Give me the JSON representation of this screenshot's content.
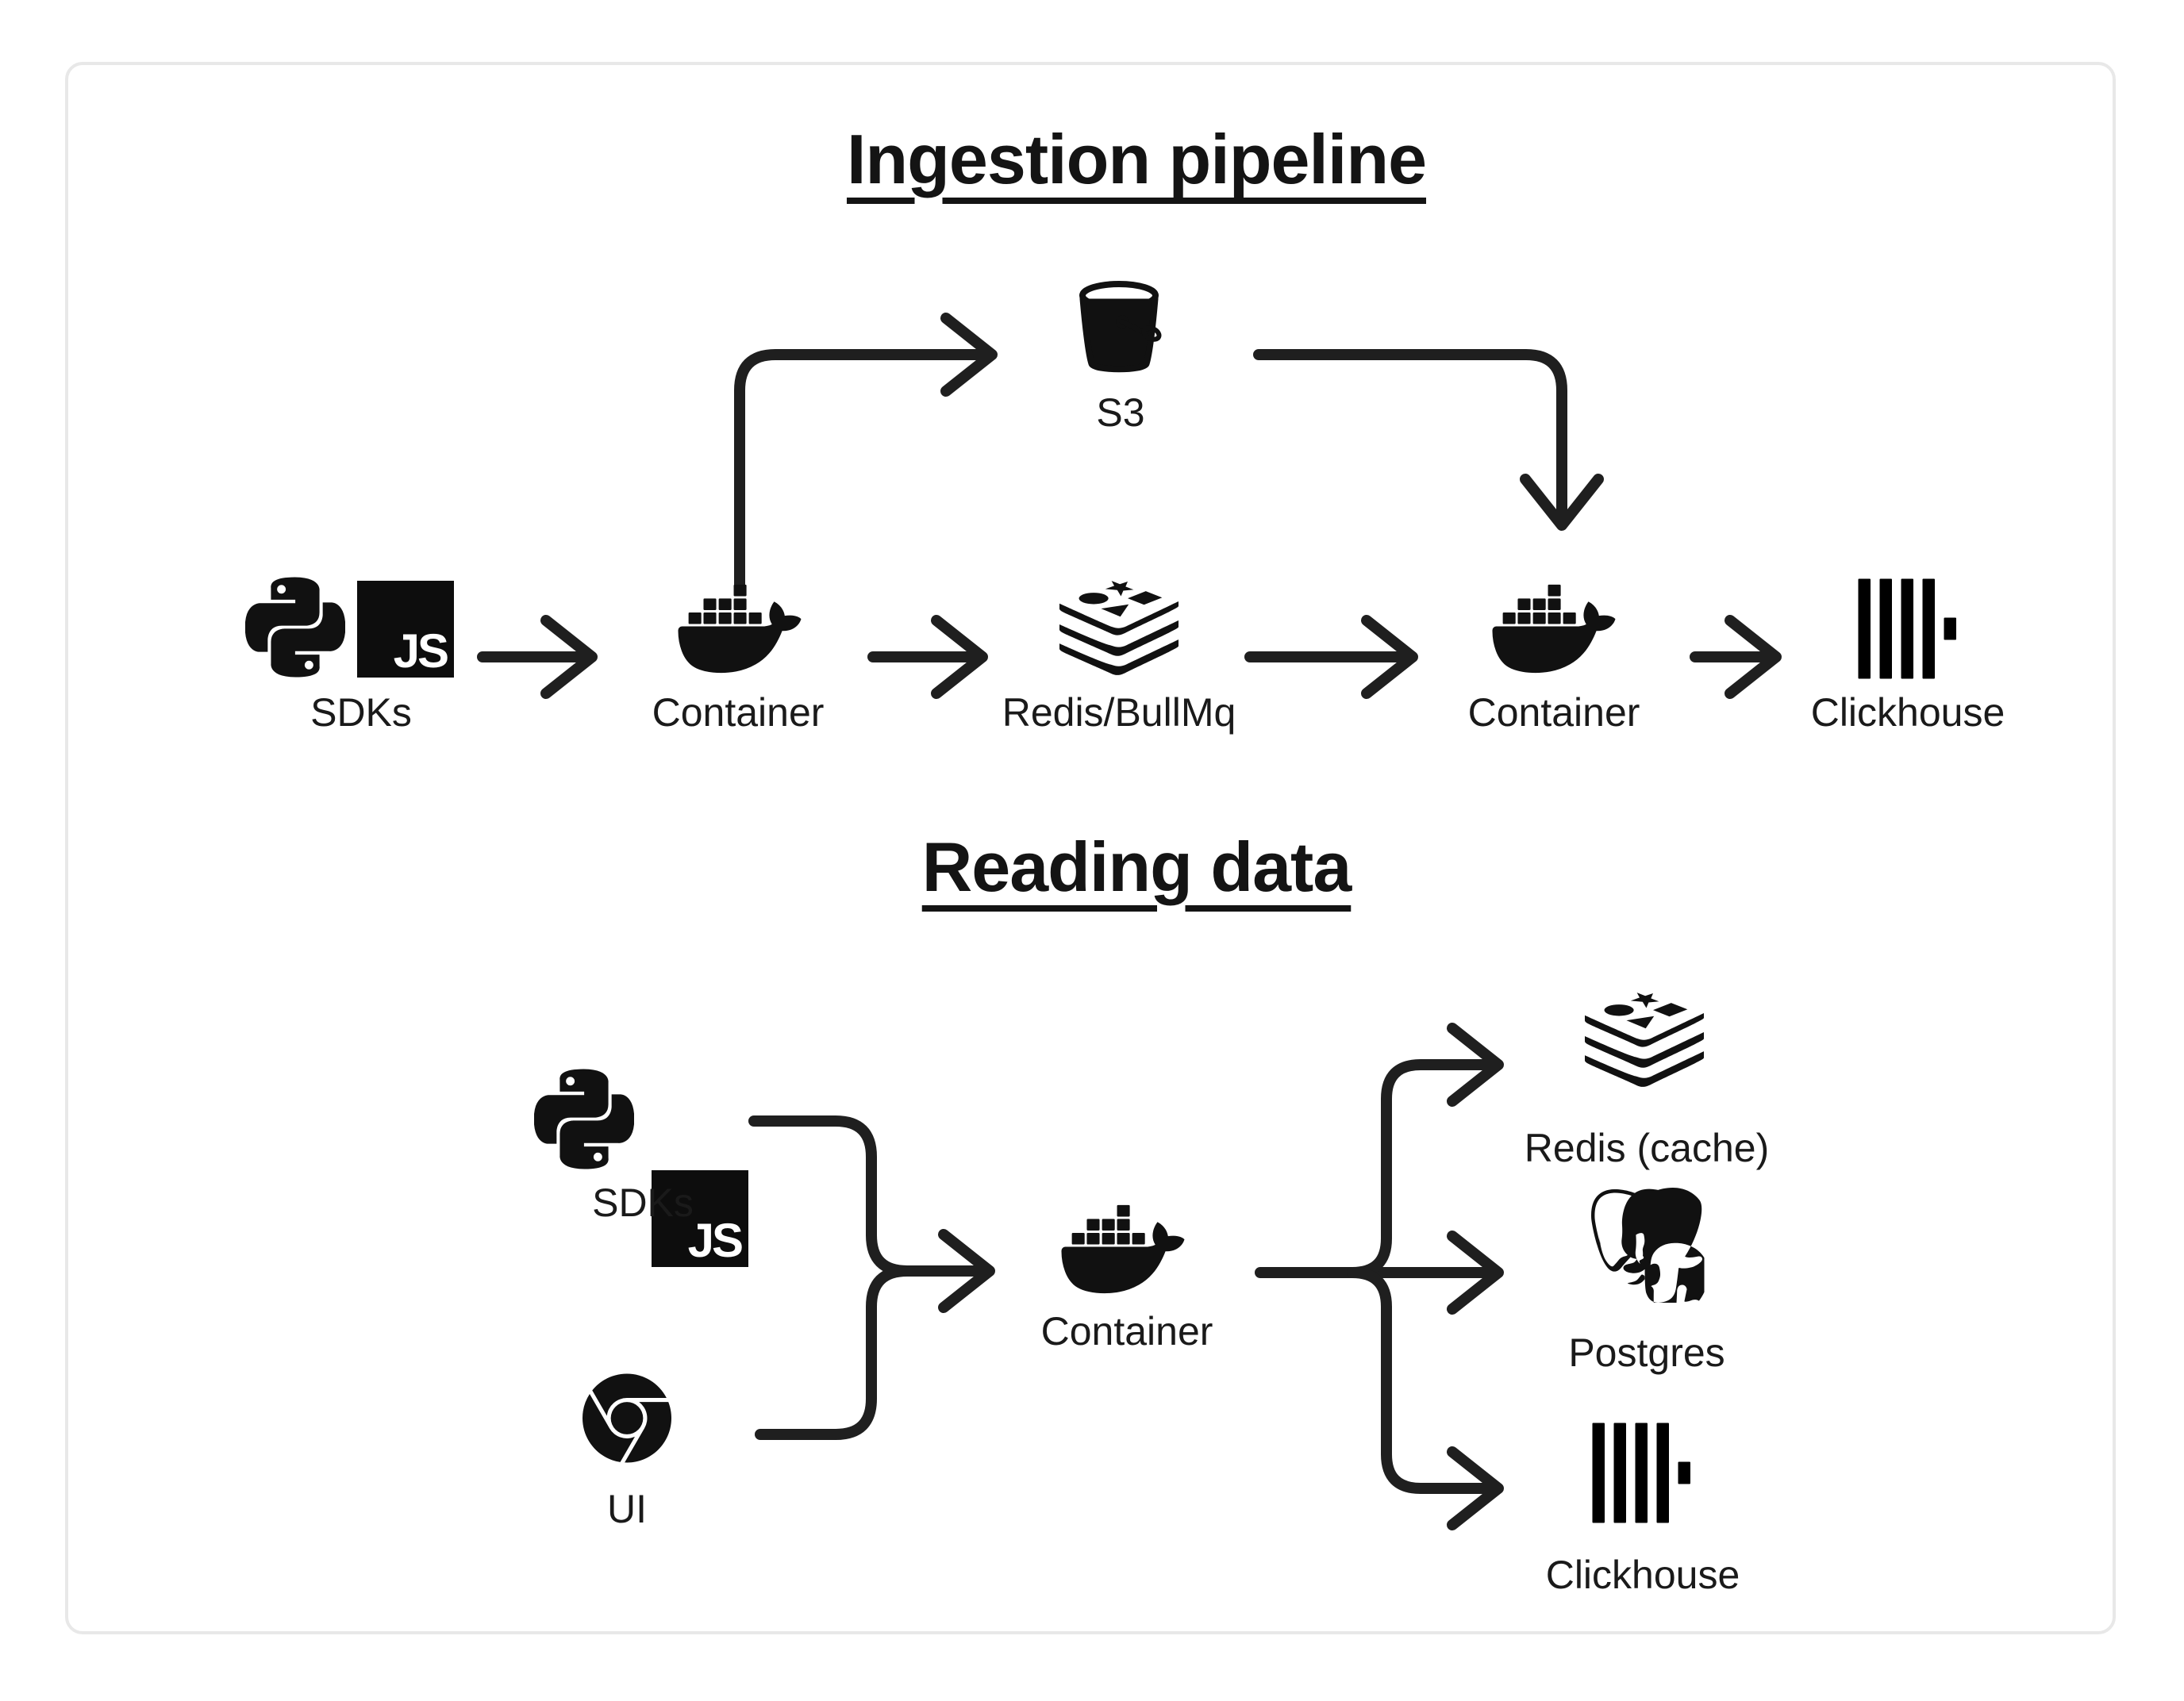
{
  "colors": {
    "ink": "#111111",
    "line": "#1f1f1f",
    "card_border": "#e8e8e8",
    "background": "#ffffff"
  },
  "badges": {
    "js": "JS"
  },
  "sections": [
    {
      "title": "Ingestion pipeline",
      "nodes": [
        {
          "label": "S3",
          "icons": [
            "s3-bucket-icon"
          ]
        },
        {
          "label": "SDKs",
          "icons": [
            "python-icon",
            "javascript-icon"
          ]
        },
        {
          "label": "Container",
          "icons": [
            "docker-icon"
          ]
        },
        {
          "label": "Redis/BullMq",
          "icons": [
            "redis-icon"
          ]
        },
        {
          "label": "Container",
          "icons": [
            "docker-icon"
          ]
        },
        {
          "label": "Clickhouse",
          "icons": [
            "clickhouse-icon"
          ]
        }
      ],
      "edges": [
        "SDKs -> Container",
        "Container -> S3",
        "Container -> Redis/BullMq",
        "S3 -> Container",
        "Redis/BullMq -> Container",
        "Container -> Clickhouse"
      ]
    },
    {
      "title": "Reading data",
      "nodes": [
        {
          "label": "SDKs",
          "icons": [
            "python-icon",
            "javascript-icon"
          ]
        },
        {
          "label": "UI",
          "icons": [
            "chrome-icon"
          ]
        },
        {
          "label": "Container",
          "icons": [
            "docker-icon"
          ]
        },
        {
          "label": "Redis (cache)",
          "icons": [
            "redis-icon"
          ]
        },
        {
          "label": "Postgres",
          "icons": [
            "postgres-icon"
          ]
        },
        {
          "label": "Clickhouse",
          "icons": [
            "clickhouse-icon"
          ]
        }
      ],
      "edges": [
        "SDKs -> Container",
        "UI -> Container",
        "Container -> Redis (cache)",
        "Container -> Postgres",
        "Container -> Clickhouse"
      ]
    }
  ]
}
